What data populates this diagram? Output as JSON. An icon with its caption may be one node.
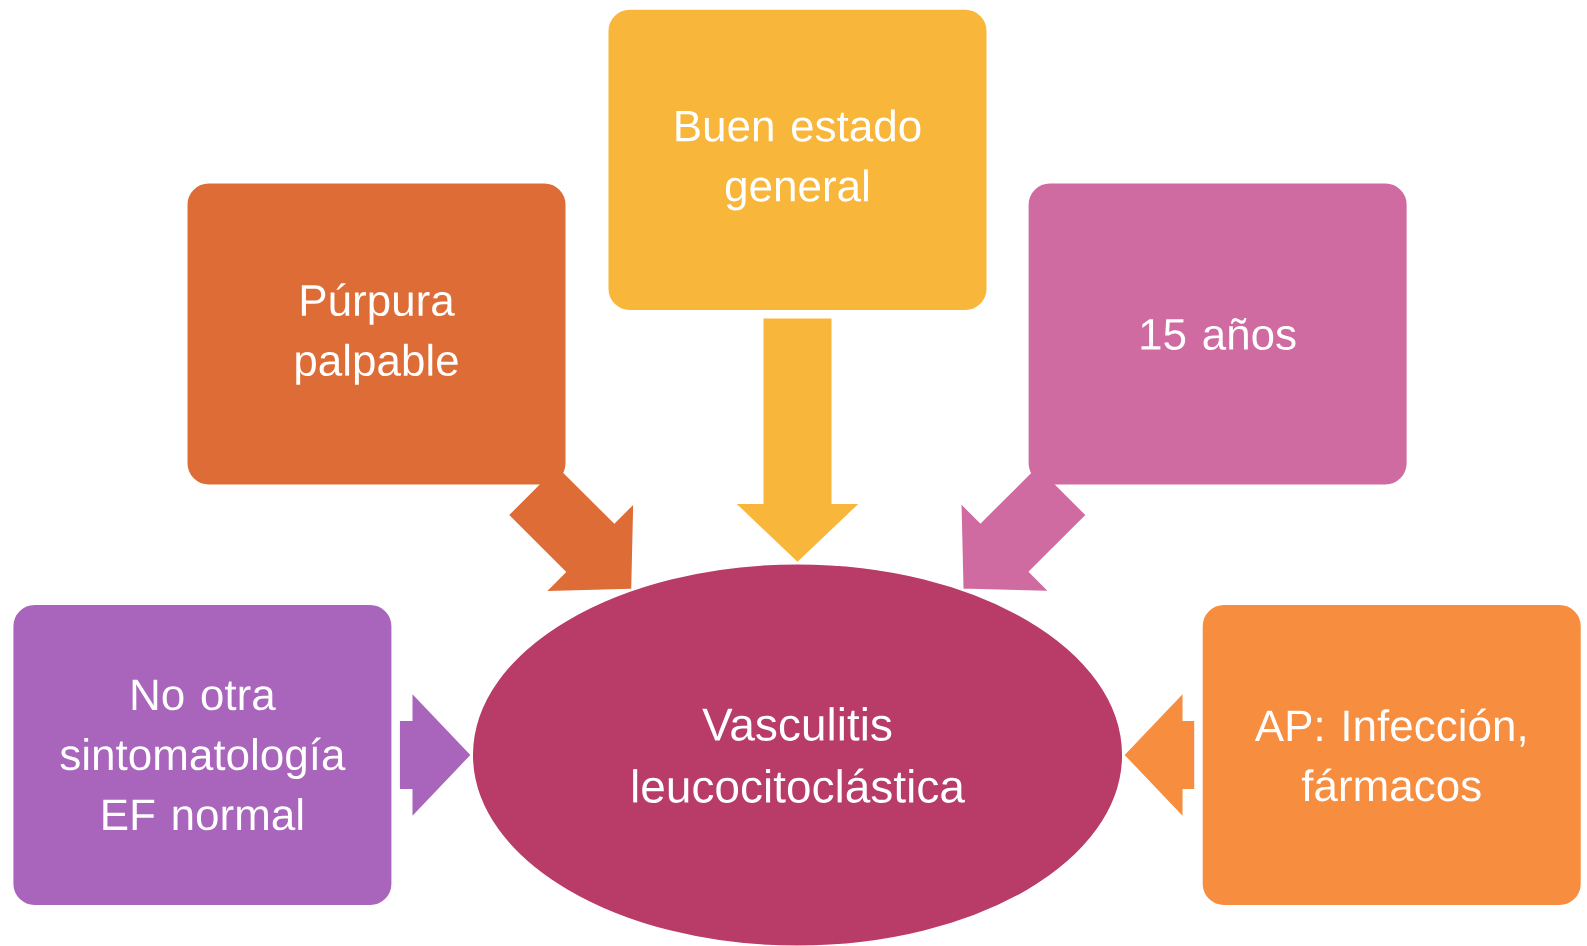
{
  "diagram": {
    "nodes": [
      {
        "text": [
          "Púrpura palpable"
        ]
      },
      {
        "text": [
          "Buen estado general"
        ]
      },
      {
        "text": [
          "15 años"
        ]
      },
      {
        "text": [
          "No otra sintomatología EF normal"
        ]
      },
      {
        "text": [
          "Vasculitis leucocitoclástica"
        ]
      },
      {
        "text": [
          "AP: Infección, fármacos"
        ]
      }
    ],
    "edges": [
      {
        "from": 0,
        "to": 4,
        "arrow": "to",
        "color": "#dd6c36"
      },
      {
        "from": 1,
        "to": 4,
        "arrow": "to",
        "color": "#f8b63b"
      },
      {
        "from": 2,
        "to": 4,
        "arrow": "to",
        "color": "#cf6ba1"
      },
      {
        "from": 3,
        "to": 4,
        "arrow": "to",
        "color": "#a965bb"
      },
      {
        "from": 5,
        "to": 4,
        "arrow": "to",
        "color": "#f68d3f"
      }
    ]
  }
}
